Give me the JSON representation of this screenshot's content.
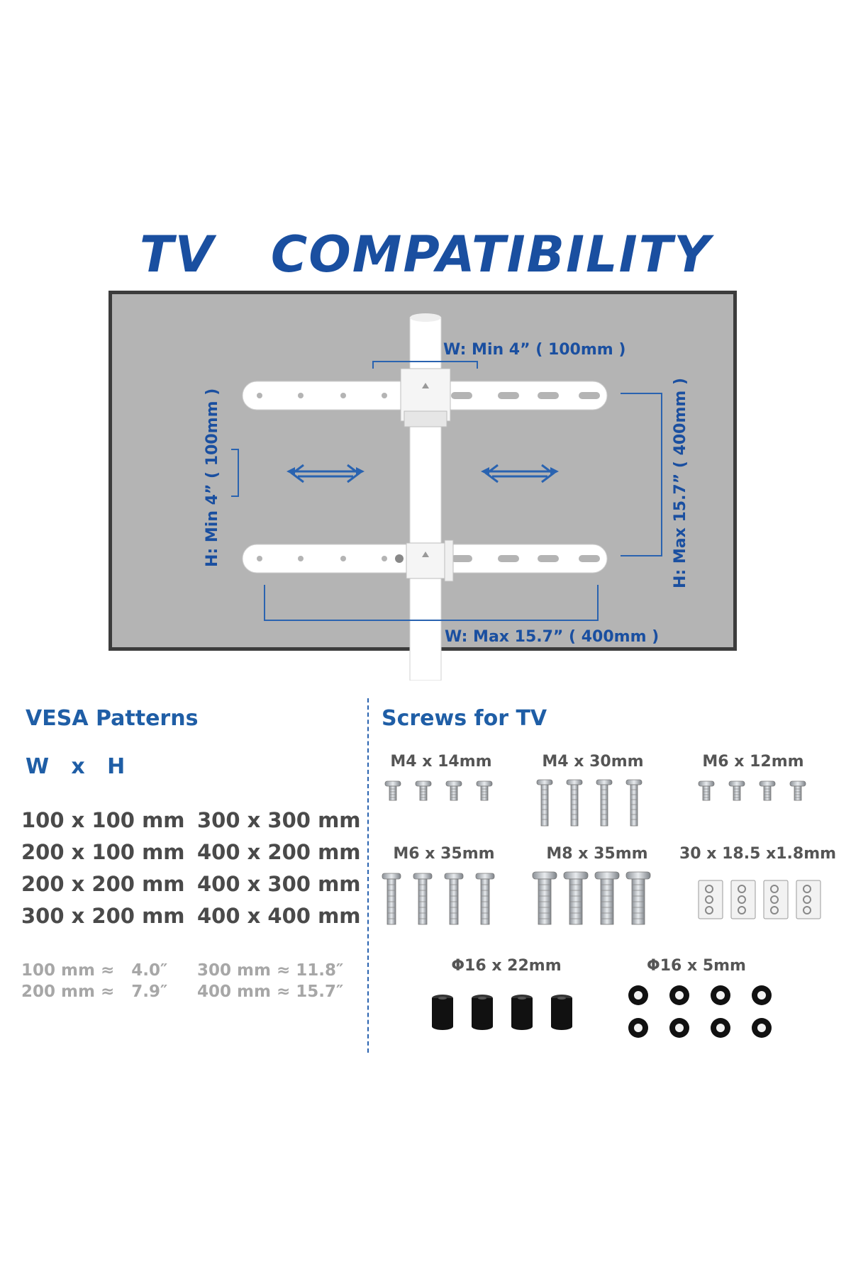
{
  "title": "TV   COMPATIBILITY",
  "diagram": {
    "w_min": "W:  Min  4”  ( 100mm )",
    "w_max": "W:  Max  15.7”  ( 400mm )",
    "h_min": "H:  Min  4”  ( 100mm )",
    "h_max": "H:  Max  15.7”  ( 400mm )"
  },
  "vesa": {
    "heading": "VESA Patterns",
    "wxh": "W   x   H",
    "left": [
      "100 x 100 mm",
      "200 x 100 mm",
      "200 x 200 mm",
      "300 x 200 mm"
    ],
    "right": [
      "300 x 300 mm",
      "400 x 200 mm",
      "400 x 300 mm",
      "400 x 400 mm"
    ],
    "conv_left": [
      "100 mm ≈   4.0″",
      "200 mm ≈   7.9″"
    ],
    "conv_right": [
      "300 mm ≈ 11.8″",
      "400 mm ≈ 15.7″"
    ]
  },
  "screws": {
    "heading": "Screws for TV",
    "items": [
      {
        "label": "M4 x 14mm",
        "icon": "short-screw-icon"
      },
      {
        "label": "M4 x 30mm",
        "icon": "long-screw-icon"
      },
      {
        "label": "M6 x 12mm",
        "icon": "short-screw-icon"
      },
      {
        "label": "M6 x 35mm",
        "icon": "long-screw-icon"
      },
      {
        "label": "M8 x 35mm",
        "icon": "thick-screw-icon"
      },
      {
        "label": "30 x 18.5 x1.8mm",
        "icon": "plate-icon"
      },
      {
        "label": "Φ16 x 22mm",
        "icon": "spacer-icon"
      },
      {
        "label": "Φ16 x 5mm",
        "icon": "washer-icon"
      }
    ]
  },
  "colors": {
    "accent": "#1a4fa0",
    "tv_screen": "#b4b4b4",
    "tv_frame": "#3c3c3c"
  }
}
